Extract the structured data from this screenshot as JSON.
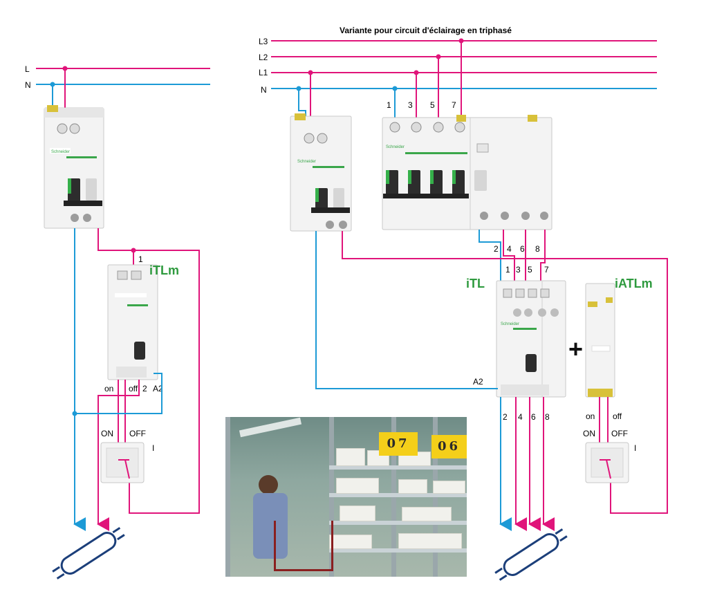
{
  "title": "Variante pour circuit d'éclairage en triphasé",
  "lines": {
    "left": {
      "L": "L",
      "N": "N"
    },
    "right": {
      "L3": "L3",
      "L2": "L2",
      "L1": "L1",
      "N": "N"
    }
  },
  "devices": {
    "itlm": "iTLm",
    "itl": "iTL",
    "iatlm": "iATLm",
    "plus": "+"
  },
  "terminals": {
    "breaker_top": [
      "1",
      "3",
      "5",
      "7"
    ],
    "breaker_bottom": [
      "2",
      "4",
      "6",
      "8"
    ],
    "itl_top": [
      "1",
      "3",
      "5",
      "7"
    ],
    "itl_bottom": [
      "2",
      "4",
      "6",
      "8"
    ],
    "itlm_top": "1",
    "itlm_on": "on",
    "itlm_off": "off",
    "itlm_2": "2",
    "itlm_a2": "A2",
    "itl_a2": "A2",
    "iatlm_on": "on",
    "iatlm_off": "off"
  },
  "switches": {
    "left": {
      "on": "ON",
      "off": "OFF",
      "mark": "I"
    },
    "right": {
      "on": "ON",
      "off": "OFF",
      "mark": "I"
    }
  },
  "photo": {
    "sign1": "07",
    "sign2": "06"
  },
  "brand": "Schneider",
  "colors": {
    "phase": "#e0147a",
    "neutral": "#1c9ad6",
    "lamp": "#1c3f7a",
    "device_name": "#2e9a3e"
  }
}
